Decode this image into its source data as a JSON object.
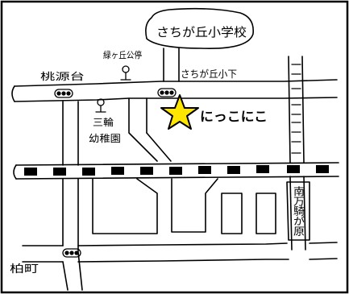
{
  "labels": {
    "school": "さちが丘小学校",
    "school_below": "さちが丘小下",
    "park": "緑ヶ丘公停",
    "left_top": "桃源台",
    "kindergarten_1": "三輪",
    "kindergarten_2": "幼稚園",
    "destination": "にっこにこ",
    "station": "南万騎が原",
    "bottom_left": "柏町"
  },
  "colors": {
    "star_fill": "#ffe600",
    "star_stroke": "#000000",
    "rail_dark": "#000000",
    "rail_light": "#ffffff"
  },
  "icons": {
    "destination_marker": "star-icon",
    "traffic_light": "traffic-light-icon",
    "bus_stop": "bus-stop-icon"
  }
}
